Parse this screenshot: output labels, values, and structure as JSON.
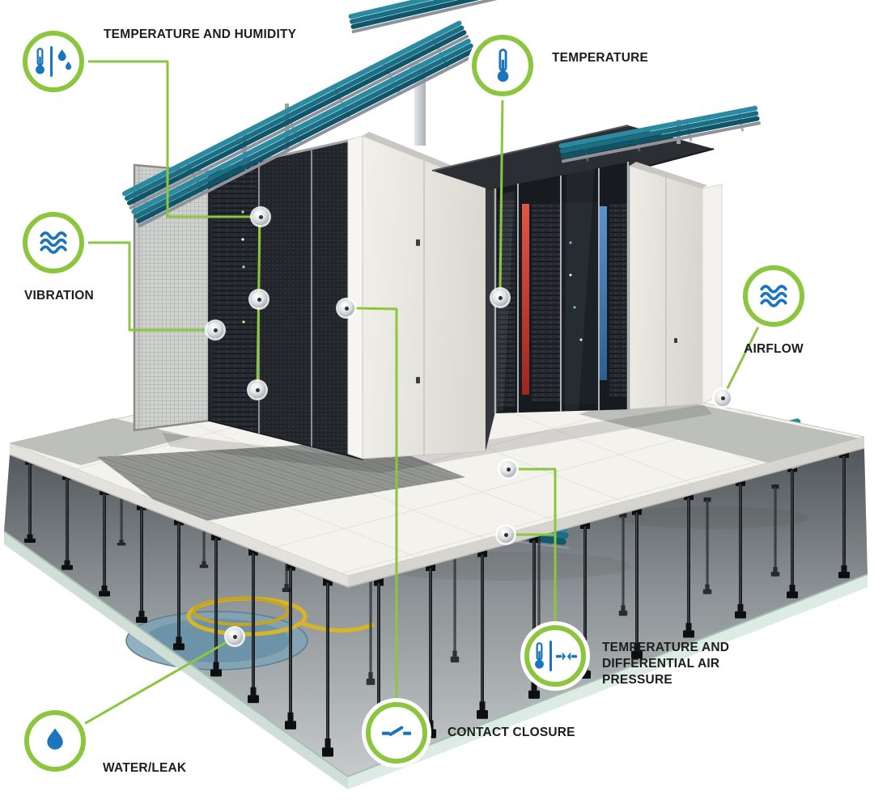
{
  "figure": {
    "type": "data-center-environmental-sensor-diagram",
    "colors": {
      "accent_green": "#8CC63F",
      "icon_blue": "#1B75BC",
      "cable_teal": "#2A87A0",
      "rack_stripe_red": "#D0463A",
      "rack_stripe_blue": "#3F7FC1"
    },
    "callouts": [
      {
        "label": "TEMPERATURE AND HUMIDITY",
        "icon": "thermometer-humidity-icon"
      },
      {
        "label": "TEMPERATURE",
        "icon": "thermometer-icon"
      },
      {
        "label": "VIBRATION",
        "icon": "vibration-waves-icon"
      },
      {
        "label": "AIRFLOW",
        "icon": "airflow-waves-icon"
      },
      {
        "label": "WATER/LEAK",
        "icon": "water-drop-icon"
      },
      {
        "label": "CONTACT CLOSURE",
        "icon": "contact-closure-switch-icon"
      },
      {
        "label": "TEMPERATURE AND DIFFERENTIAL AIR PRESSURE",
        "icon": "thermometer-air-pressure-icon"
      }
    ]
  }
}
